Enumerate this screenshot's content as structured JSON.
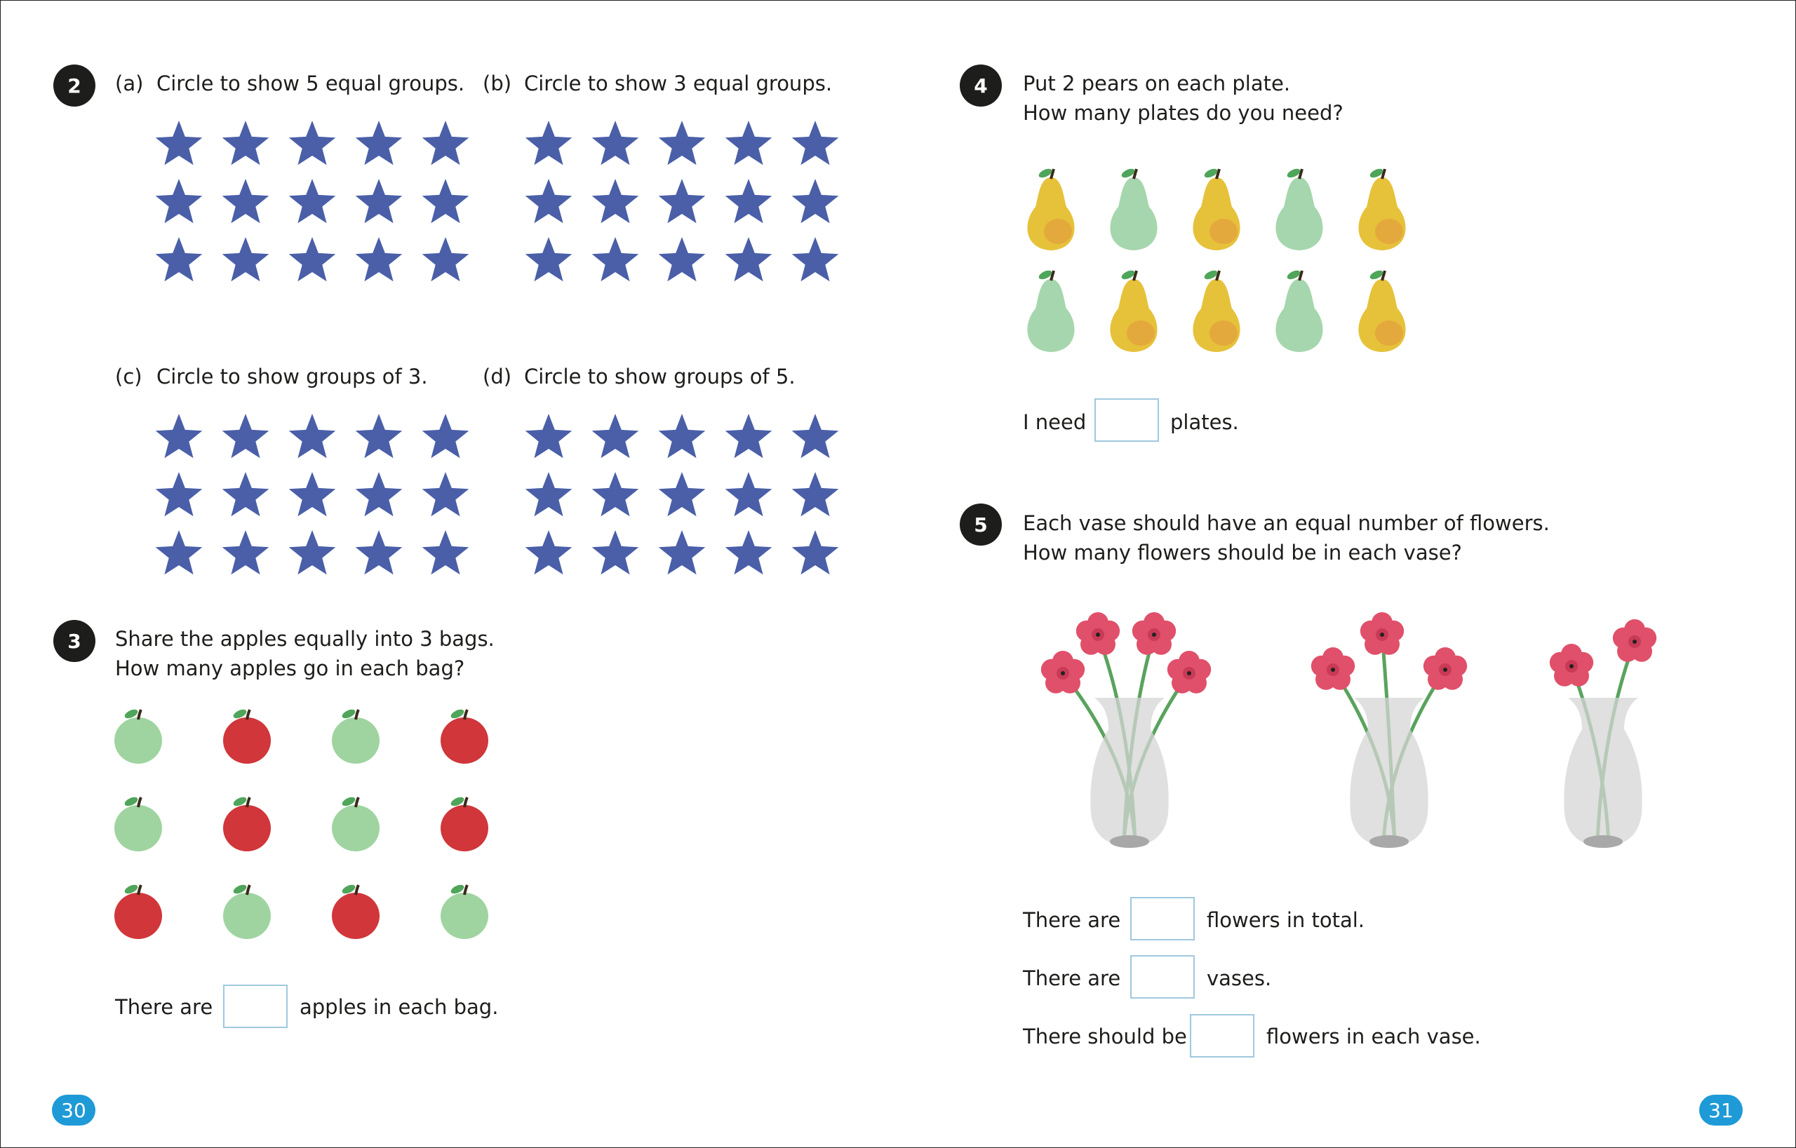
{
  "q2": {
    "number": "2",
    "a": {
      "label": "(a)",
      "text": "Circle to show 5 equal groups."
    },
    "b": {
      "label": "(b)",
      "text": "Circle to show 3 equal groups."
    },
    "c": {
      "label": "(c)",
      "text": "Circle to show groups of 3."
    },
    "d": {
      "label": "(d)",
      "text": "Circle to show groups of 5."
    },
    "star_rows": 3,
    "star_cols": 5,
    "star_color": "#4a5fa8"
  },
  "q3": {
    "number": "3",
    "line1": "Share the apples equally into 3 bags.",
    "line2": "How many apples go in each bag?",
    "apples": [
      [
        "green",
        "red",
        "green",
        "red"
      ],
      [
        "green",
        "red",
        "green",
        "red"
      ],
      [
        "red",
        "green",
        "red",
        "green"
      ]
    ],
    "answer_before": "There are",
    "answer_after": "apples in each bag."
  },
  "q4": {
    "number": "4",
    "line1": "Put 2 pears on each plate.",
    "line2": "How many plates do you need?",
    "pears": [
      [
        "yellow",
        "green",
        "yellow",
        "green",
        "yellow"
      ],
      [
        "green",
        "yellow",
        "yellow",
        "green",
        "yellow"
      ]
    ],
    "answer_before": "I need",
    "answer_after": "plates."
  },
  "q5": {
    "number": "5",
    "line1": "Each vase should have an equal number of flowers.",
    "line2": "How many flowers should be in each vase?",
    "vase_flower_counts": [
      4,
      3,
      2
    ],
    "ans1_before": "There are",
    "ans1_after": "flowers in total.",
    "ans2_before": "There are",
    "ans2_after": "vases.",
    "ans3_before": "There should be",
    "ans3_after": "flowers in each vase."
  },
  "colors": {
    "apple_red": "#d0363a",
    "apple_green": "#9fd4a0",
    "pear_yellow": "#e6c13a",
    "pear_green": "#a6d6ad",
    "flower": "#e0506a",
    "stem": "#5aa35e"
  },
  "page_left": "30",
  "page_right": "31"
}
